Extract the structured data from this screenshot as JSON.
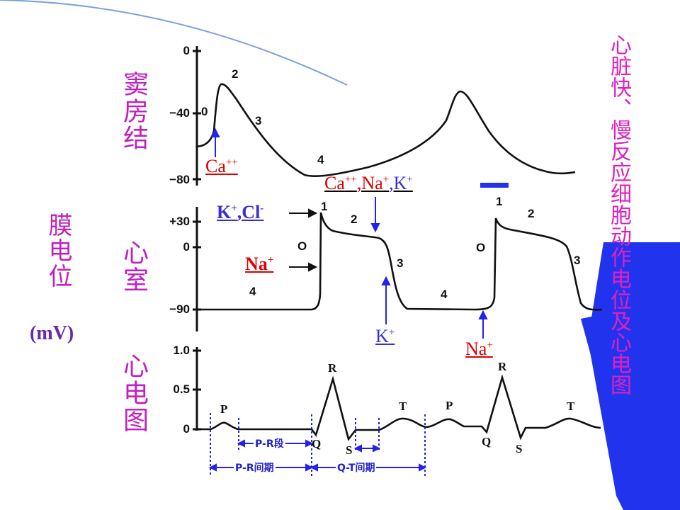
{
  "labels": {
    "membrane_potential": "膜电位",
    "unit": "(mV)",
    "sa_node": "窦房结",
    "ventricle": "心室",
    "ecg": "心电图",
    "right_title": "心脏快、慢反应细胞动作电位及心电图"
  },
  "ticks": {
    "sa": [
      "0",
      "−40",
      "−80"
    ],
    "ventricle": [
      "+30",
      "0",
      "−90"
    ],
    "ecg": [
      "1.0",
      "0.5",
      "0"
    ]
  },
  "phases": {
    "sa": [
      "0",
      "2",
      "3",
      "4"
    ],
    "ventricle": [
      "O",
      "1",
      "2",
      "3",
      "4",
      "O",
      "1",
      "2",
      "3",
      "4"
    ]
  },
  "ecg_waves": [
    "P",
    "R",
    "Q",
    "S",
    "T",
    "P",
    "R",
    "Q",
    "S",
    "T"
  ],
  "ions": {
    "ca_sa": "Ca",
    "ca_sa_sup": "++",
    "ca_plateau_1": "Ca",
    "ca_plateau_1_sup": "++",
    "ca_plateau_2": ",Na",
    "ca_plateau_2_sup": "+",
    "ca_plateau_3": ",K",
    "ca_plateau_3_sup": "+",
    "kcl_1": "K",
    "kcl_1_sup": "+",
    "kcl_2": ",Cl",
    "kcl_2_sup": "-",
    "na_0": "Na",
    "na_0_sup": "+",
    "k_3": "K",
    "k_3_sup": "+",
    "na_4": "Na",
    "na_4_sup": "+"
  },
  "intervals": {
    "pr_segment": "P-R段",
    "pr_interval": "P-R间期",
    "qt_interval": "Q-T间期"
  },
  "colors": {
    "purple_label": "#c020c0",
    "ion_red": "#e00000",
    "ion_blue": "#3a2fd0",
    "accent_blue": "#2222ee",
    "trace": "#111111"
  }
}
